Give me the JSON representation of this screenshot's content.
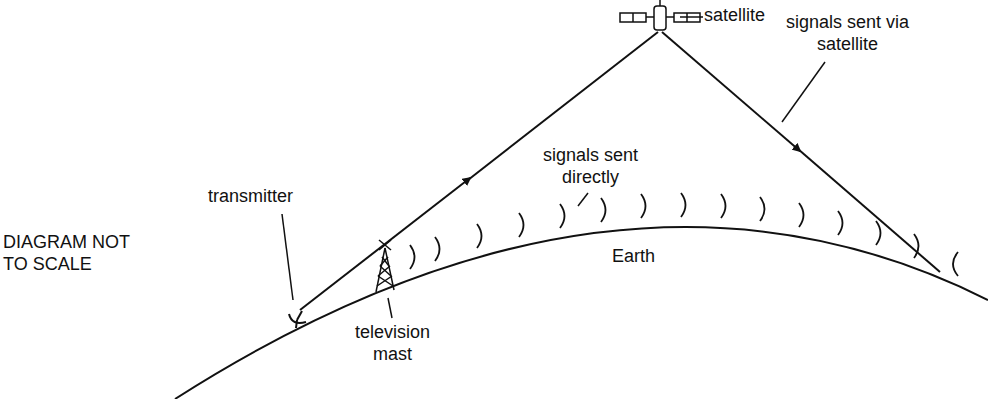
{
  "diagram": {
    "labels": [
      "satellite",
      "signals sent via satellite",
      "signals sent directly",
      "transmitter",
      "Earth",
      "DIAGRAM NOT TO SCALE",
      "television mast"
    ]
  }
}
